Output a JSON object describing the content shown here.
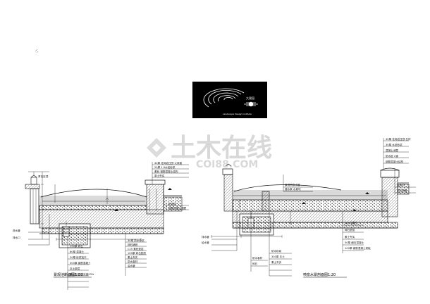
{
  "logo": {
    "name": "大观园",
    "tagline": "Landscape Design Institute"
  },
  "watermark": {
    "main": "土木在线",
    "sub": "COI88.COM"
  },
  "sections": {
    "left": {
      "title": "景观池断面图1:20",
      "top_label": "青石压顶",
      "labels": [
        "40厚 花岗岩压顶 火烧面",
        "20厚 1:3水泥砂浆",
        "素砼 钢筋混凝土结构",
        "原土夯实",
        "防水层",
        "钢筋混凝土池壁",
        "30厚 防水砂浆",
        "卵石铺底",
        "C15 素砼垫层",
        "100厚 碎石垫层",
        "素土夯实",
        "防水卷材",
        "溢水管",
        "进水管",
        "排水口",
        "150厚 碎石",
        "60厚 混凝土",
        "20厚 砂浆找平",
        "300厚 钢筋混凝土",
        "灰土垫层",
        "素土夯实 密实度93%"
      ]
    },
    "right": {
      "title": "喷泉水景剖面图1:20",
      "labels": [
        "30厚 花岗岩压顶 石材",
        "30厚 水泥砂浆",
        "混凝土池壁",
        "防水层 2道",
        "钢筋混凝土结构",
        "景观喷泉水管",
        "潜水泵 水泵坑",
        "溢水口",
        "卵石铺面",
        "C20 混凝土",
        "碎石垫层",
        "素土夯实",
        "50厚 细石混凝土",
        "100厚 钢筋混凝土底板",
        "防水砂浆",
        "300厚 灰土",
        "素土夯实",
        "排水管",
        "给水管",
        "防水卷材",
        "碎石"
      ]
    }
  }
}
